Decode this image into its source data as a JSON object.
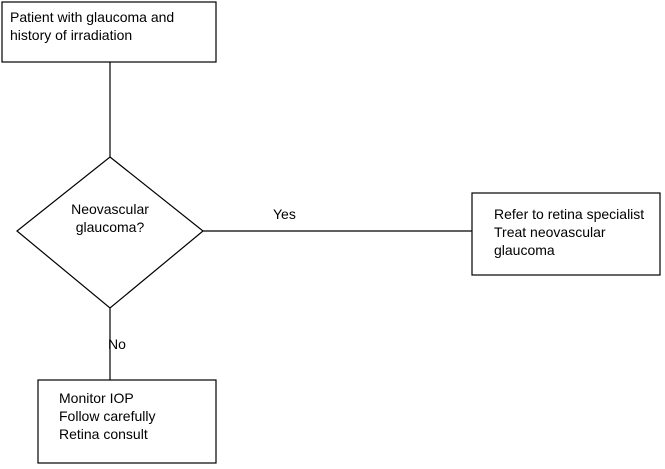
{
  "nodes": {
    "start": {
      "lines": [
        "Patient with glaucoma and",
        "history of irradiation"
      ]
    },
    "decision": {
      "lines": [
        "Neovascular",
        "glaucoma?"
      ]
    },
    "yes_action": {
      "lines": [
        "Refer to retina specialist",
        "Treat neovascular",
        "glaucoma"
      ]
    },
    "no_action": {
      "lines": [
        "Monitor IOP",
        "Follow carefully",
        "Retina consult"
      ]
    }
  },
  "edges": {
    "yes_label": "Yes",
    "no_label": "No"
  },
  "colors": {
    "stroke": "#000000",
    "background": "#ffffff"
  }
}
